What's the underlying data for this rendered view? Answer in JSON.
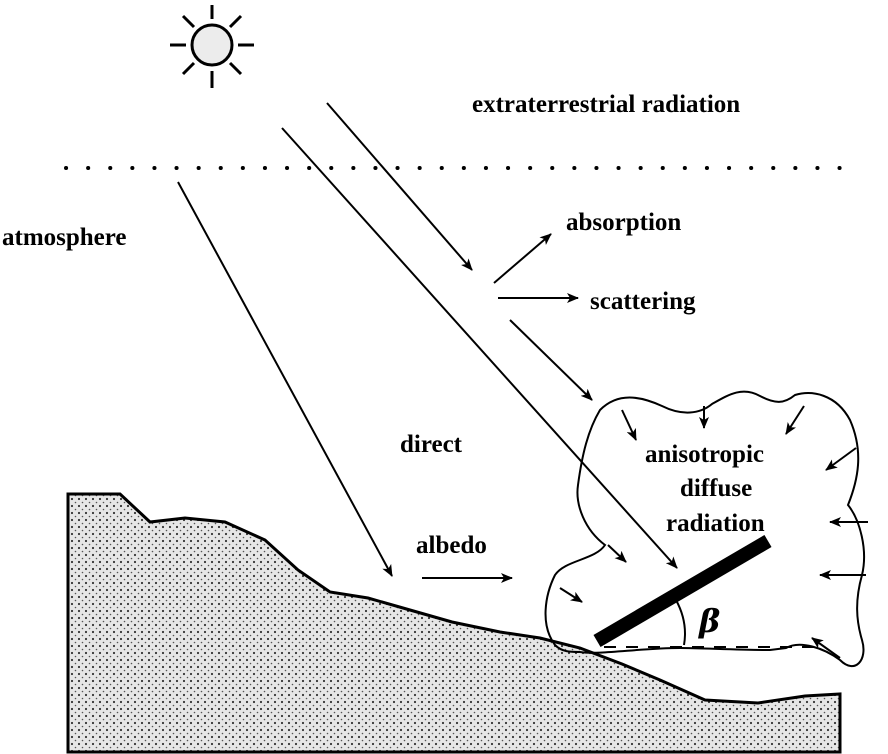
{
  "labels": {
    "extraterrestrial": "extraterrestrial radiation",
    "atmosphere": "atmosphere",
    "absorption": "absorption",
    "scattering": "scattering",
    "direct": "direct",
    "albedo": "albedo",
    "diffuse_line1": "anisotropic",
    "diffuse_line2": "diffuse",
    "diffuse_line3": "radiation",
    "angle": "β"
  },
  "colors": {
    "ink": "#000000",
    "terrain_fill": "#d9d9d9",
    "panel": "#000000"
  },
  "icons": [
    "sun-icon"
  ]
}
